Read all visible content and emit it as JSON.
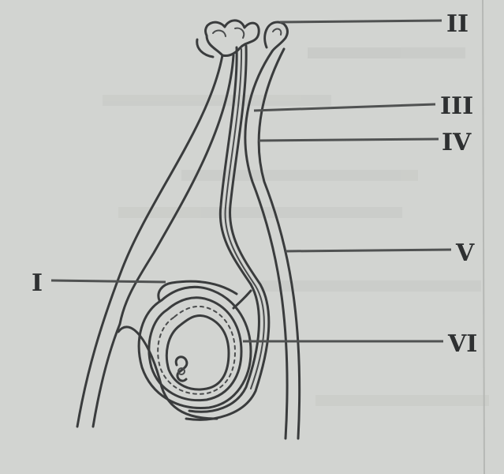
{
  "labels": {
    "I": "I",
    "II": "II",
    "III": "III",
    "IV": "IV",
    "V": "V",
    "VI": "VI"
  },
  "colors": {
    "paper": "#d2d4d1",
    "ink": "#3a3c3d"
  }
}
